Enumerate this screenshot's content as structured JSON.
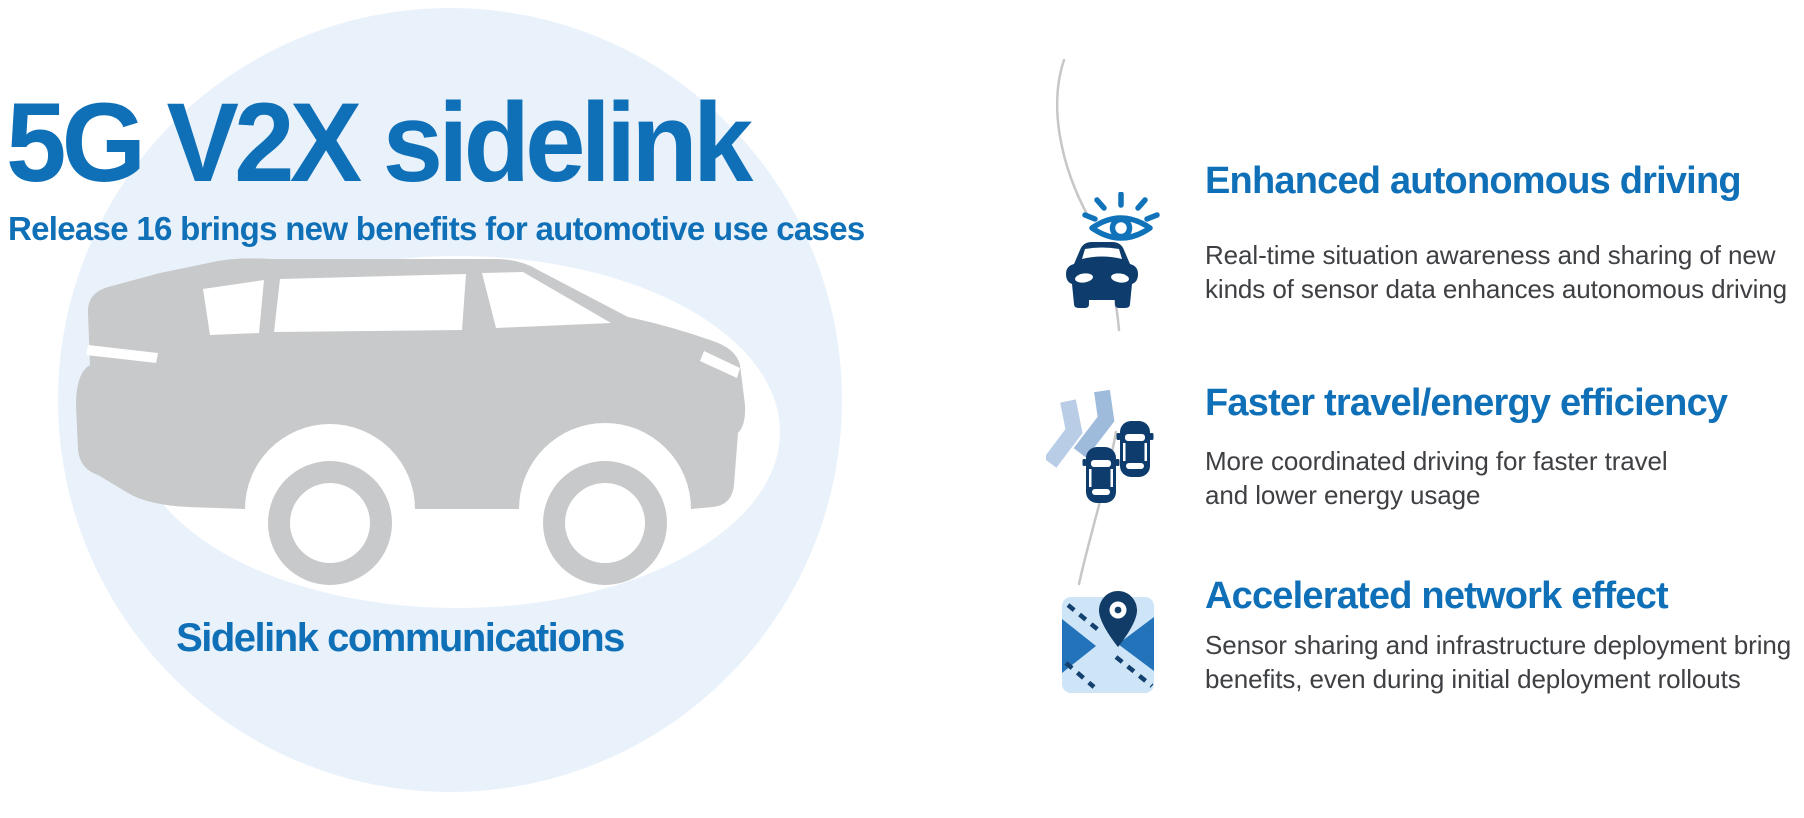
{
  "hero": {
    "title": "5G V2X sidelink",
    "subtitle": "Release 16 brings new benefits for automotive use cases",
    "caption": "Sidelink communications",
    "illustration": "suv-side-silhouette"
  },
  "benefits": [
    {
      "icon": "eye-over-car-icon",
      "title": "Enhanced autonomous driving",
      "description": "Real-time situation awareness and sharing of new\nkinds of sensor data enhances autonomous driving"
    },
    {
      "icon": "coordinated-cars-lanes-icon",
      "title": "Faster travel/energy efficiency",
      "description": "More coordinated driving for faster travel\nand lower energy usage"
    },
    {
      "icon": "map-location-pin-icon",
      "title": "Accelerated network effect",
      "description": "Sensor sharing and infrastructure deployment bring\nbenefits, even during initial deployment rollouts"
    }
  ],
  "colors": {
    "accent_blue": "#0f70b8",
    "icon_navy": "#0e3d6d",
    "background_circle": "#e9f2fb",
    "car_silhouette_gray": "#c8c9ca",
    "body_text_gray": "#3e4043",
    "connector_gray": "#c7c7c7",
    "map_tile_blue": "#cde5f7",
    "lane_blue_light": "#b9cde7",
    "lane_blue_dark": "#9fbbdc"
  }
}
